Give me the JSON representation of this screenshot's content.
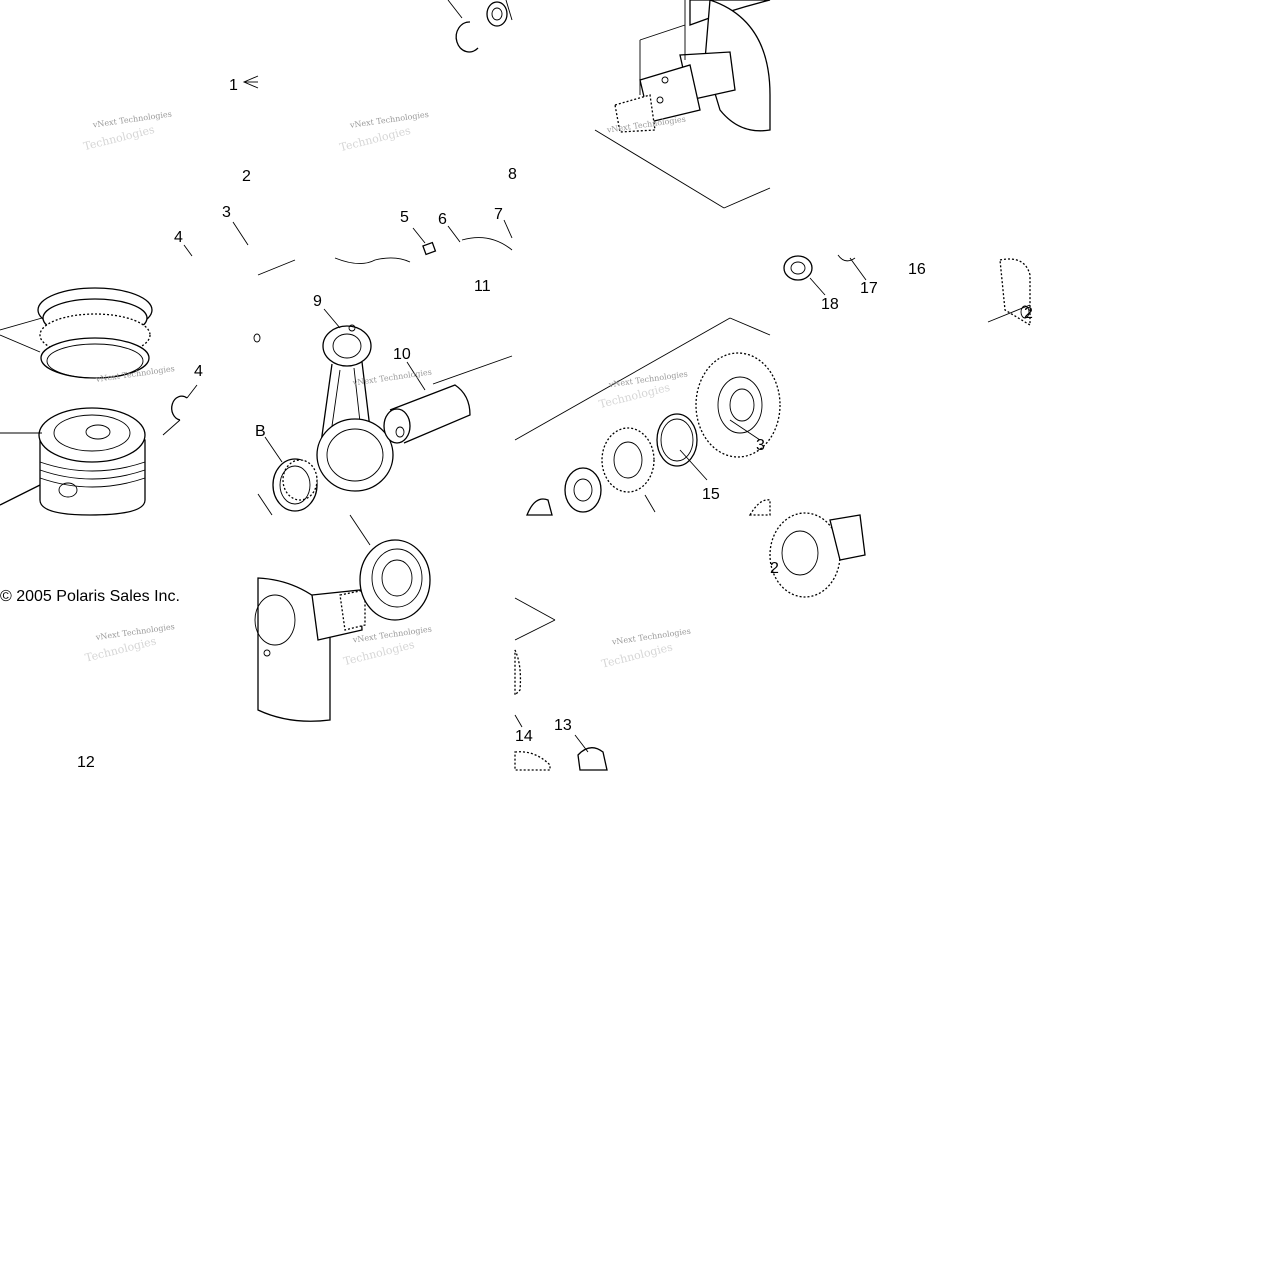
{
  "diagram": {
    "callouts": [
      "1",
      "2",
      "3",
      "4",
      "5",
      "6",
      "7",
      "8",
      "9",
      "10",
      "11",
      "12",
      "13",
      "14",
      "15",
      "16",
      "17",
      "18"
    ],
    "copyright": "© 2005 Polaris Sales Inc.",
    "watermark": {
      "line1": "vNext Technologies",
      "line2": "Technologies"
    },
    "partial_labels": {
      "c3_right": "3",
      "c2_right": "2",
      "c8_left": "B"
    }
  }
}
